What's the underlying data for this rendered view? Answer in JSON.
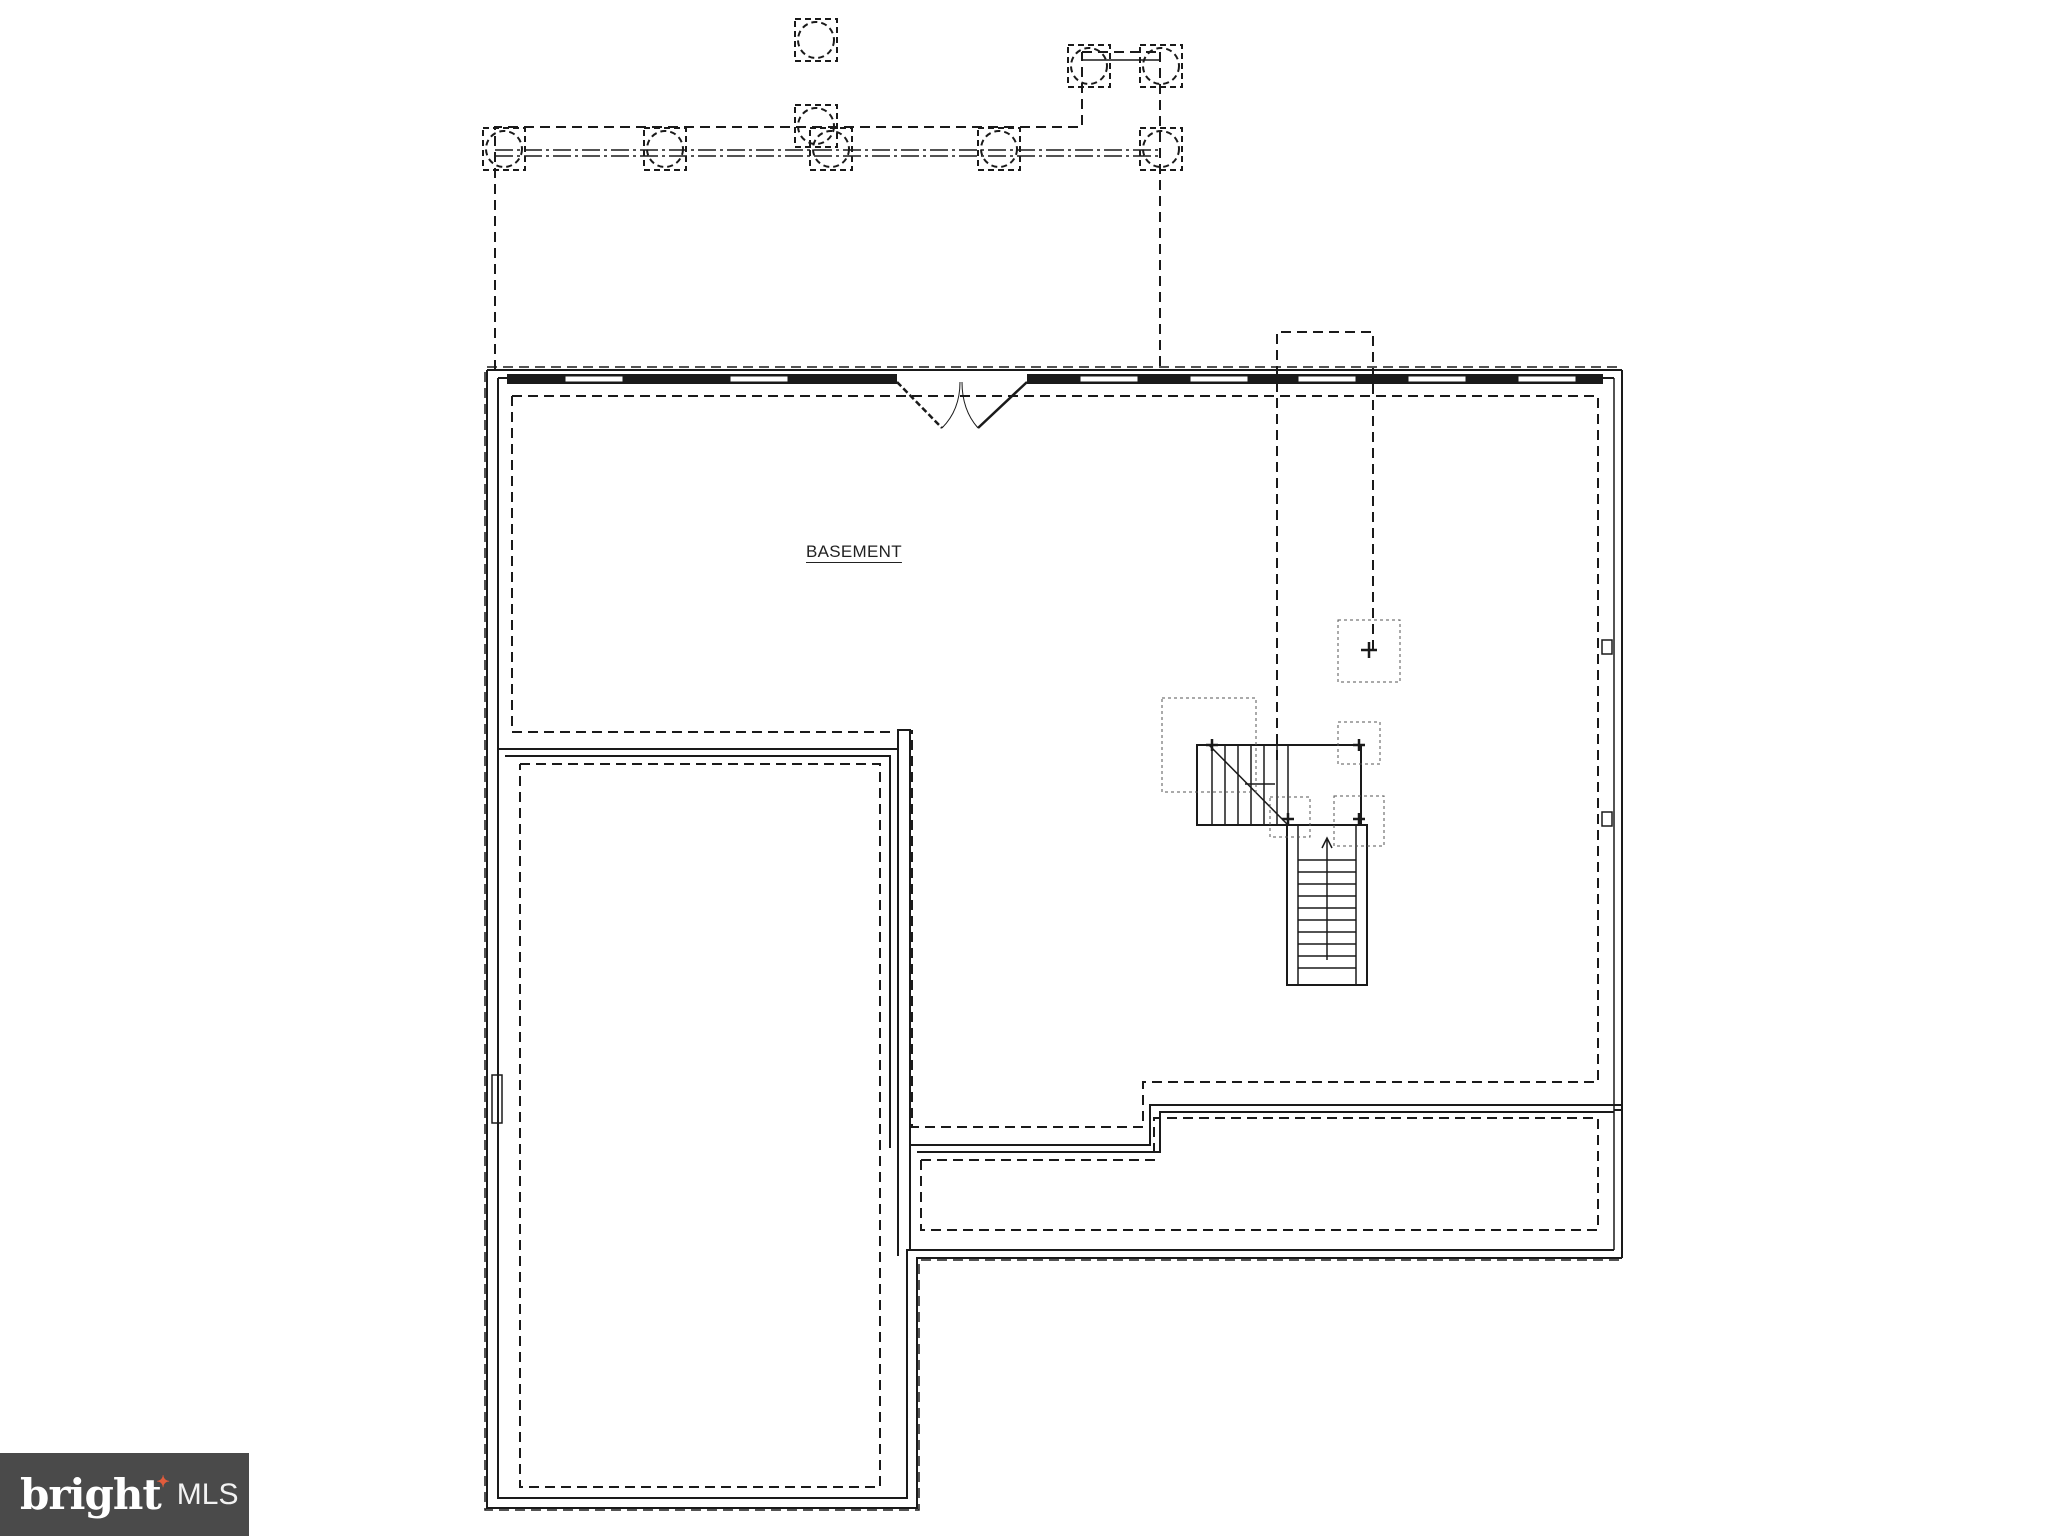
{
  "plan": {
    "room_label": "BASEMENT"
  },
  "watermark": {
    "brand": "bright",
    "suffix": "MLS",
    "spark_icon": "four-point-star-icon",
    "spark_color": "#e25c3c",
    "background": "#4a4a4a"
  }
}
